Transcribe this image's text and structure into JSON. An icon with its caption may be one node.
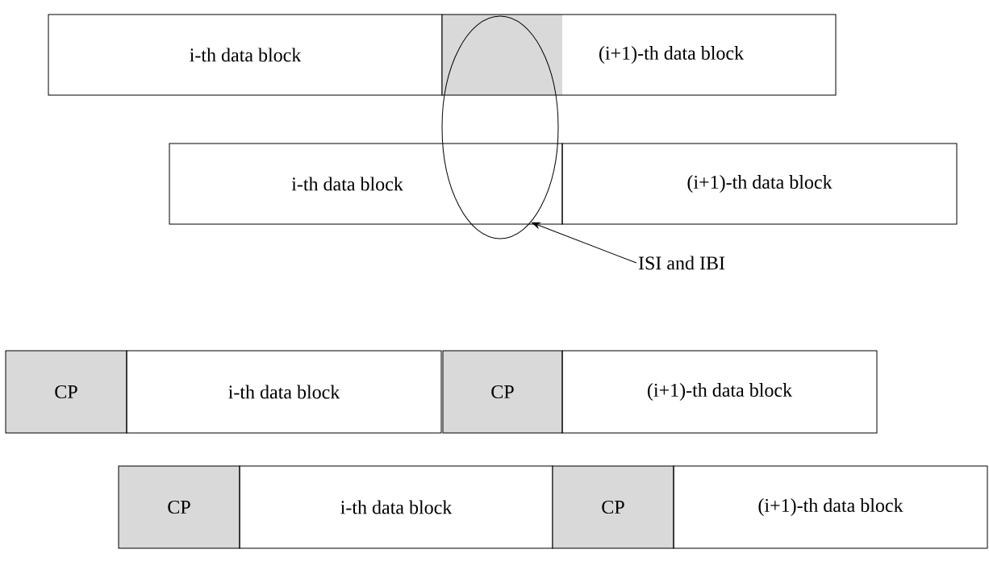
{
  "diagram": {
    "nodes": [
      {
        "text": [
          "i-th data block"
        ]
      },
      {
        "text": [
          "(i+1)-th data block"
        ]
      },
      {
        "text": [],
        "shape": "ellipse"
      },
      {
        "text": [
          "i-th data block"
        ]
      },
      {
        "text": [
          "(i+1)-th data block"
        ]
      },
      {
        "text": [
          "ISI and IBI"
        ]
      },
      {
        "text": [
          "CP"
        ]
      },
      {
        "text": [
          "i-th data block"
        ]
      },
      {
        "text": [
          "CP"
        ]
      },
      {
        "text": [
          "(i+1)-th data block"
        ]
      },
      {
        "text": [
          "CP"
        ]
      },
      {
        "text": [
          "i-th data block"
        ]
      },
      {
        "text": [
          "CP"
        ]
      },
      {
        "text": [
          "(i+1)-th data block"
        ]
      }
    ],
    "edges": [
      {
        "from": 5,
        "to": 2,
        "arrow": "to"
      }
    ]
  }
}
